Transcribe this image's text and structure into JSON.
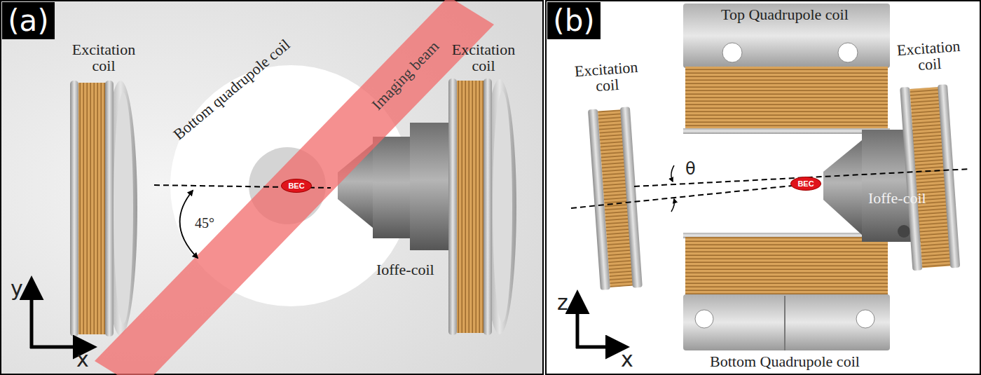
{
  "diagram": {
    "nodes": [
      {
        "text": [
          "(a)"
        ]
      },
      {
        "text": [
          "BEC"
        ]
      },
      {
        "text": [
          "(b)"
        ]
      },
      {
        "text": [
          "BEC"
        ]
      }
    ],
    "labels": [
      "Excitation coil",
      "Bottom quadrupole coil",
      "Imaging beam",
      "Excitation coil",
      "45°",
      "Ioffe-coil",
      "y",
      "x",
      "Excitation coil",
      "Top Quadrupole coil",
      "Excitation coil",
      "θ",
      "Ioffe-coil",
      "z",
      "x",
      "Bottom Quadrupole coil"
    ]
  }
}
